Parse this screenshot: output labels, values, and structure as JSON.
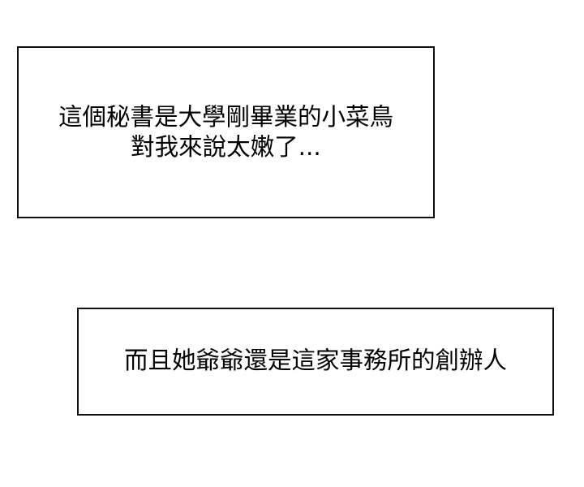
{
  "captions": [
    {
      "lines": [
        "這個秘書是大學剛畢業的小菜鳥",
        "對我來說太嫩了..."
      ]
    },
    {
      "lines": [
        "而且她爺爺還是這家事務所的創辦人"
      ]
    }
  ],
  "colors": {
    "background": "#ffffff",
    "border": "#111111",
    "text": "#000000"
  }
}
